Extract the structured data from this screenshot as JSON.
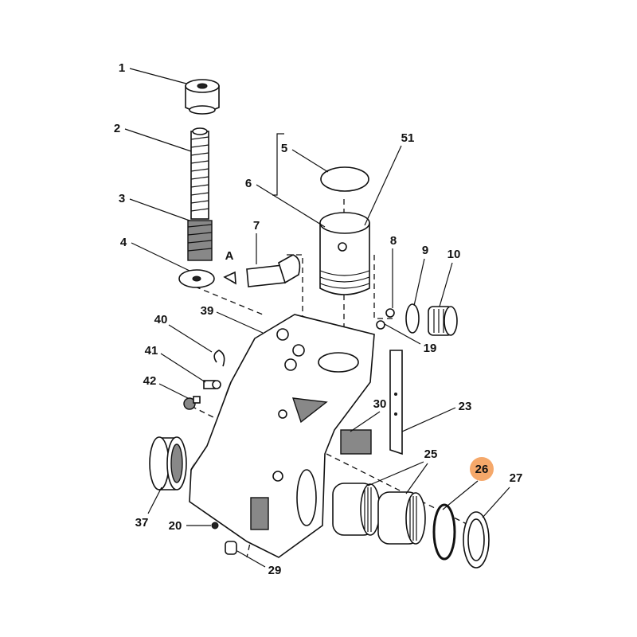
{
  "diagram": {
    "highlight_color": "#F5A86A",
    "highlighted_label": "26",
    "view_marker": "A",
    "callouts": [
      "1",
      "2",
      "3",
      "4",
      "5",
      "6",
      "7",
      "51",
      "8",
      "9",
      "10",
      "39",
      "40",
      "41",
      "42",
      "19",
      "30",
      "23",
      "25",
      "26",
      "27",
      "37",
      "20",
      "29"
    ]
  },
  "labels": {
    "l1": "1",
    "l2": "2",
    "l3": "3",
    "l4": "4",
    "l5": "5",
    "l6": "6",
    "l7": "7",
    "l51": "51",
    "l8": "8",
    "l9": "9",
    "l10": "10",
    "l39": "39",
    "l40": "40",
    "l41": "41",
    "l42": "42",
    "l19": "19",
    "l30": "30",
    "l23": "23",
    "l25": "25",
    "l26": "26",
    "l27": "27",
    "l37": "37",
    "l20": "20",
    "l29": "29",
    "A": "A"
  }
}
